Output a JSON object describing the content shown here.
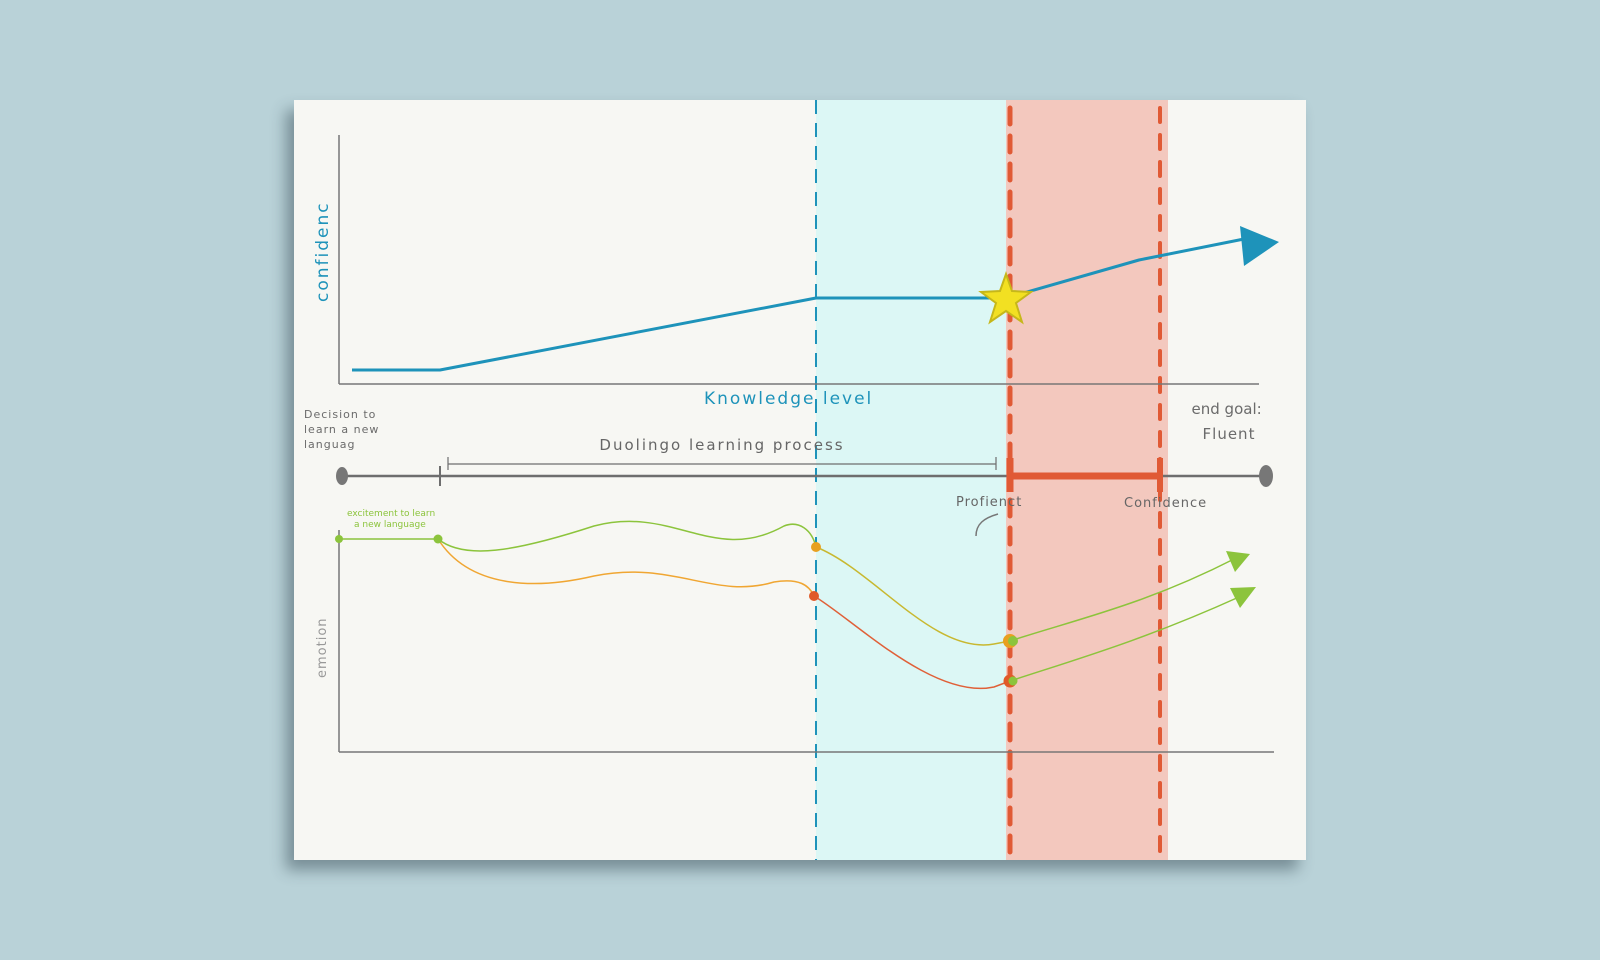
{
  "labels": {
    "y_top": "confidenc",
    "x_top": "Knowledge  level",
    "start": [
      "Decision to",
      "learn a new",
      "languag"
    ],
    "end_goal": [
      "end goal:",
      "Fluent"
    ],
    "process": "Duolingo learning process",
    "proficient": "Profienct",
    "confidence": "Confidence",
    "excitement": [
      "excitement to learn",
      "a new language"
    ],
    "y_bottom": "emotion"
  },
  "colors": {
    "background": "#b9d2d8",
    "paper": "#f7f7f3",
    "confidence_line": "#1e93ba",
    "cyan_band": "#dcf7f5",
    "red_band": "#f2c2b8",
    "dashed_red": "#e05a35",
    "dashed_blue": "#1e93ba",
    "green": "#8cc43c",
    "orange": "#f0a632",
    "red_line": "#e06038",
    "star": "#f2e022",
    "axis": "#6e6e6e",
    "text_gray": "#6b6b6b"
  },
  "icons": [
    "star-icon",
    "arrow-head-icon"
  ]
}
